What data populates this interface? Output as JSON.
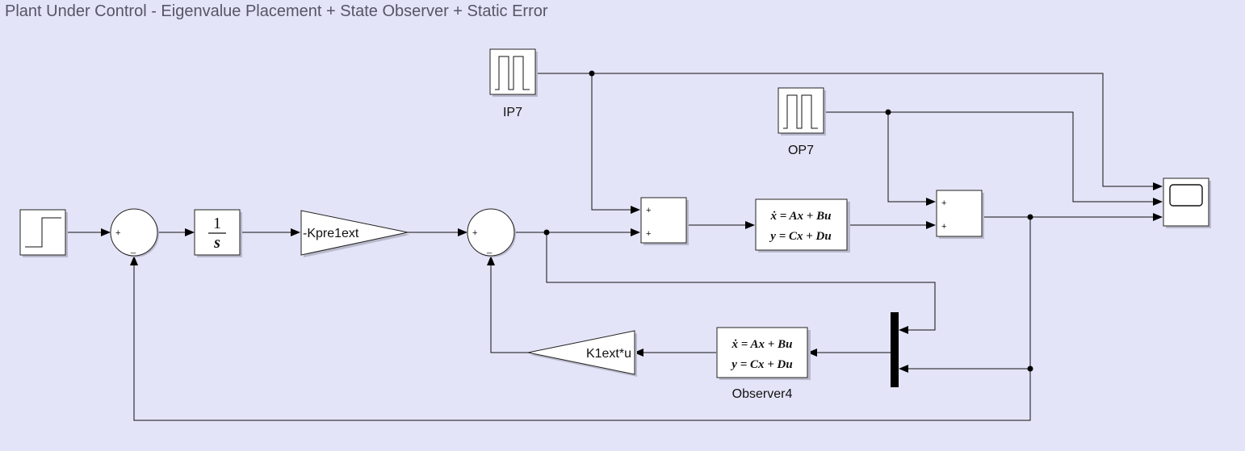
{
  "title": "Plant Under Control - Eigenvalue Placement + State Observer + Static Error",
  "blocks": {
    "step": {
      "type": "Step"
    },
    "sum1": {
      "signs": [
        "+",
        "_"
      ]
    },
    "integrator": {
      "numerator": "1",
      "denominator": "s"
    },
    "gain_kpre": {
      "text": "-Kpre1ext"
    },
    "sum2": {
      "signs": [
        "+",
        "_"
      ]
    },
    "sum3": {
      "signs": [
        "+",
        "+"
      ]
    },
    "plant": {
      "line1": "ẋ = Ax + Bu",
      "line2": "y = Cx + Du"
    },
    "sum4": {
      "signs": [
        "+",
        "+"
      ]
    },
    "ip7": {
      "label": "IP7"
    },
    "op7": {
      "label": "OP7"
    },
    "scope": {
      "type": "Scope"
    },
    "mux": {
      "type": "Mux"
    },
    "observer": {
      "line1": "ẋ = Ax + Bu",
      "line2": "y = Cx + Du",
      "label": "Observer4"
    },
    "gain_k1": {
      "text": "K1ext*u"
    }
  },
  "colors": {
    "background": "#e4e4f8",
    "block_fill": "#ffffff",
    "line": "#111111"
  }
}
